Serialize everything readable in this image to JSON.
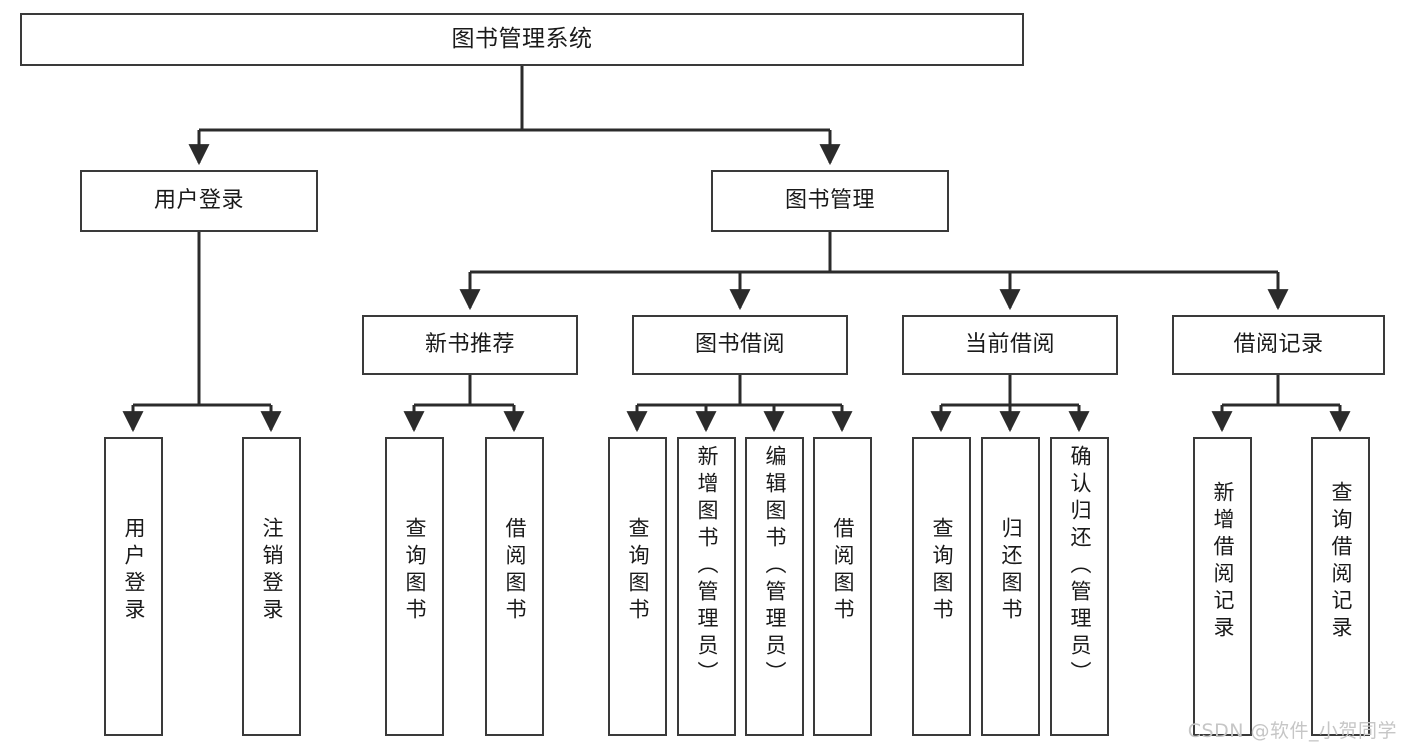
{
  "diagram": {
    "title": "图书管理系统",
    "type": "tree-hierarchy",
    "levels": 4
  },
  "nodes": {
    "root": {
      "label": "图书管理系统"
    },
    "level2": [
      {
        "id": "user-login",
        "label": "用户登录"
      },
      {
        "id": "book-management",
        "label": "图书管理"
      }
    ],
    "level3": [
      {
        "id": "new-book-recommend",
        "label": "新书推荐"
      },
      {
        "id": "book-borrow",
        "label": "图书借阅"
      },
      {
        "id": "current-borrow",
        "label": "当前借阅"
      },
      {
        "id": "borrow-record",
        "label": "借阅记录"
      }
    ],
    "leaves": {
      "user_login": [
        {
          "id": "leaf-user-login",
          "label": "用户登录"
        },
        {
          "id": "leaf-logout-login",
          "label": "注销登录"
        }
      ],
      "new_book_recommend": [
        {
          "id": "leaf-query-book-1",
          "label": "查询图书"
        },
        {
          "id": "leaf-borrow-book-1",
          "label": "借阅图书"
        }
      ],
      "book_borrow": [
        {
          "id": "leaf-query-book-2",
          "label": "查询图书"
        },
        {
          "id": "leaf-add-book",
          "label": "新增图书（管理员）"
        },
        {
          "id": "leaf-edit-book",
          "label": "编辑图书（管理员）"
        },
        {
          "id": "leaf-borrow-book-2",
          "label": "借阅图书"
        }
      ],
      "current_borrow": [
        {
          "id": "leaf-query-book-3",
          "label": "查询图书"
        },
        {
          "id": "leaf-return-book",
          "label": "归还图书"
        },
        {
          "id": "leaf-confirm-return",
          "label": "确认归还（管理员）"
        }
      ],
      "borrow_record": [
        {
          "id": "leaf-add-record",
          "label": "新增借阅记录"
        },
        {
          "id": "leaf-query-record",
          "label": "查询借阅记录"
        }
      ]
    }
  },
  "watermark": {
    "text": "CSDN @软件_小贺同学"
  },
  "colors": {
    "border": "#3a3a3a",
    "background": "#ffffff",
    "text": "#1a1a1a",
    "edge": "#2b2b2b",
    "watermark": "#c6c6c6"
  }
}
